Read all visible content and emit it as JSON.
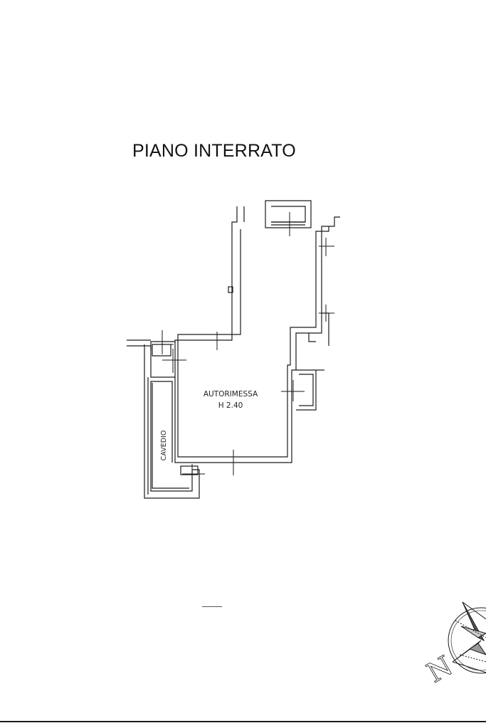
{
  "sheet": {
    "floor_title": "PIANO INTERRATO"
  },
  "rooms": {
    "main_name": "AUTORIMESSA",
    "main_height": "H 2.40",
    "side_name": "CAVEDIO"
  },
  "compass": {
    "icon": "north-arrow-compass-icon",
    "north_letter": "N"
  },
  "colors": {
    "wall": "#1a1a1a",
    "background": "#ffffff"
  }
}
